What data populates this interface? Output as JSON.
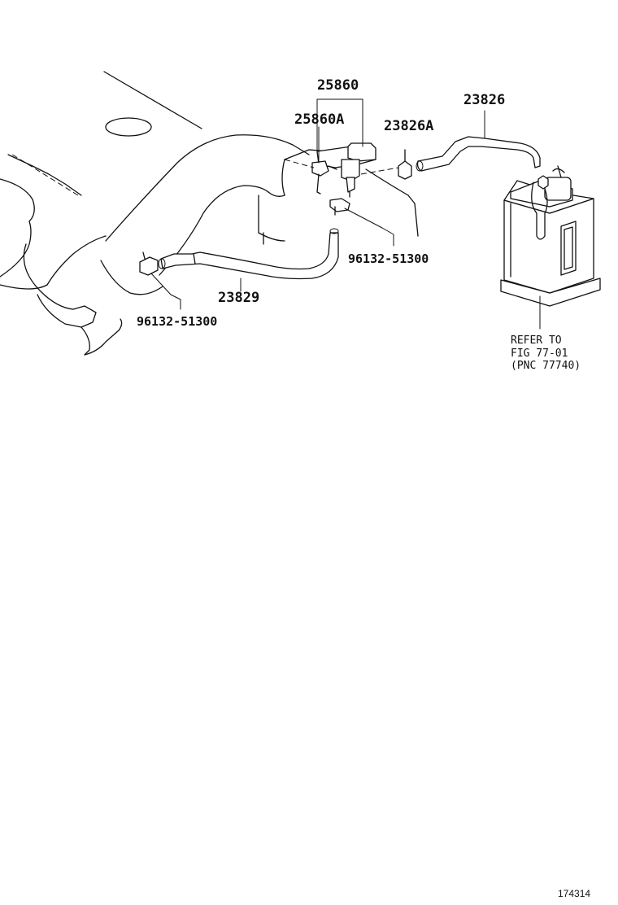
{
  "labels": {
    "p25860": "25860",
    "p25860a": "25860A",
    "p23826": "23826",
    "p23826a": "23826A",
    "p96132_right": "96132-51300",
    "p96132_left": "96132-51300",
    "p23829": "23829"
  },
  "note": {
    "line1": "REFER TO",
    "line2": "FIG 77-01",
    "line3": "(PNC 77740)"
  },
  "figure_id": "174314"
}
